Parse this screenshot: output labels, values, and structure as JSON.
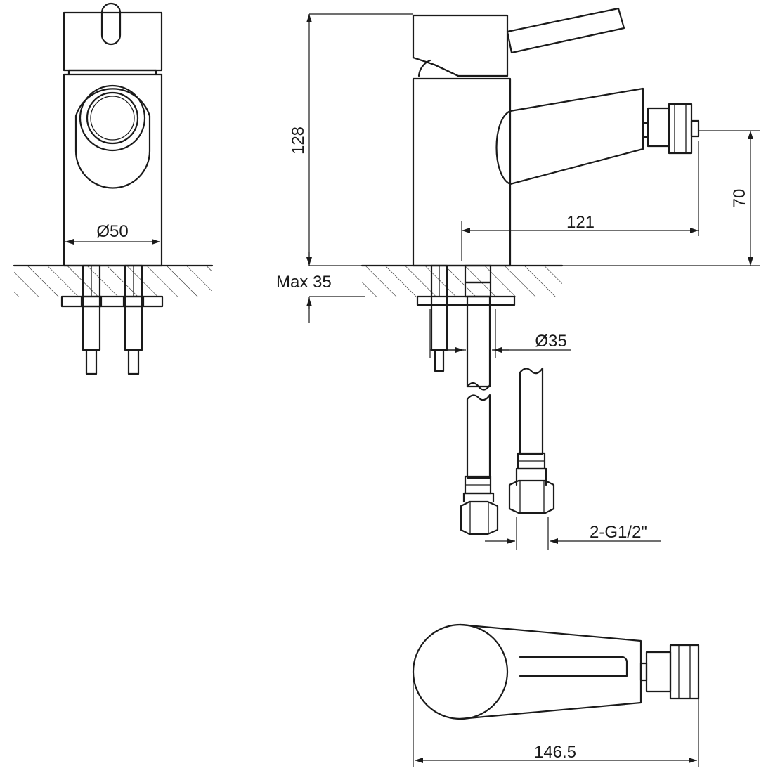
{
  "labels": {
    "diameter_body": "Ø50",
    "height": "128",
    "spout_height": "70",
    "spout_reach": "121",
    "max_thickness": "Max 35",
    "hole_diameter": "Ø35",
    "thread": "2-G1/2\"",
    "total_length": "146.5"
  }
}
